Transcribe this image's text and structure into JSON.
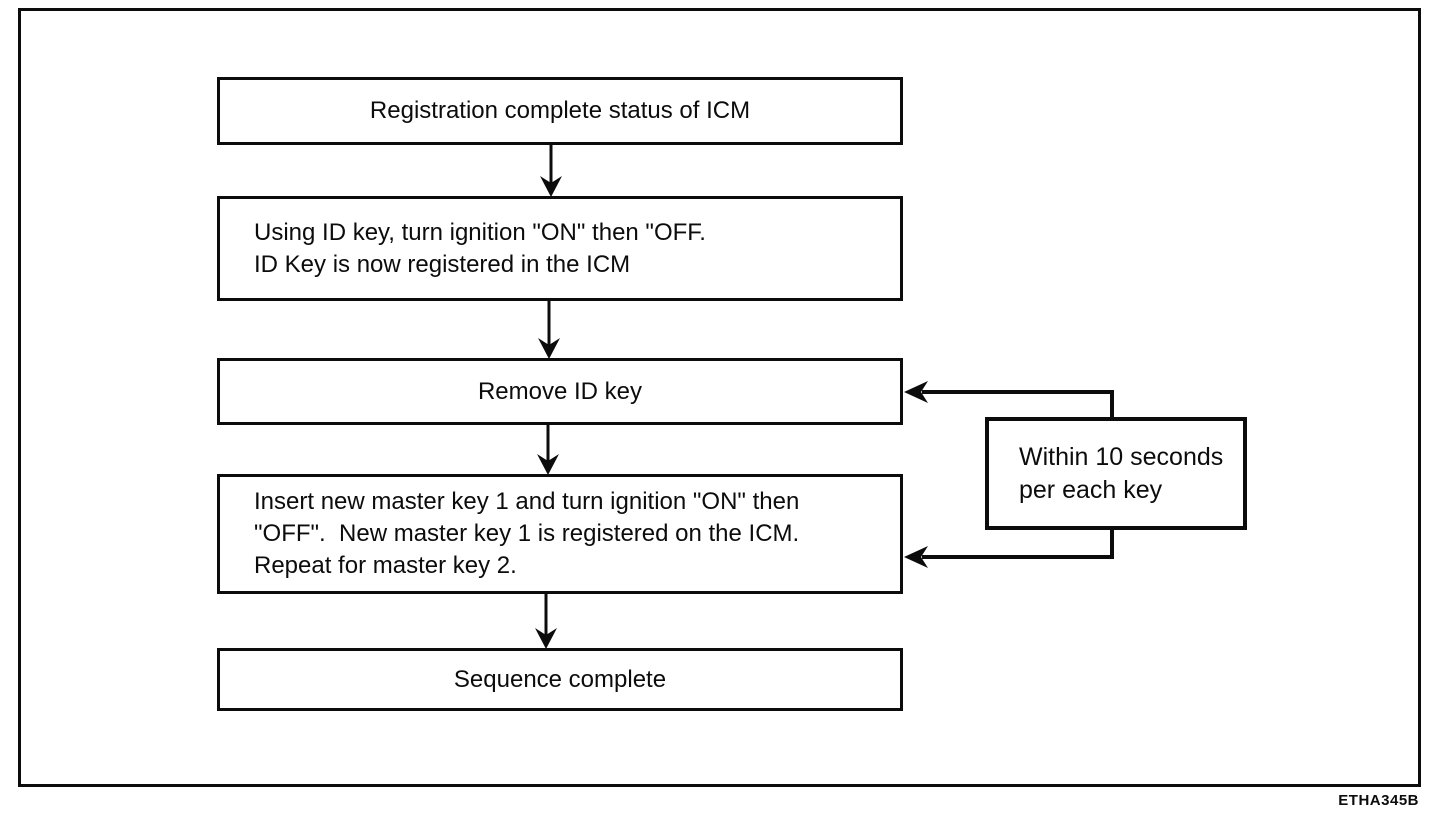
{
  "colors": {
    "ink": "#0c0c0c",
    "paper": "#ffffff"
  },
  "flow": {
    "box_registration": {
      "text": "Registration complete status of ICM"
    },
    "box_using_id_key": {
      "line1": "Using ID key, turn ignition \"ON\" then \"OFF.",
      "line2": "ID Key is now registered in the ICM"
    },
    "box_remove_id_key": {
      "text": "Remove ID key"
    },
    "box_insert_master": {
      "line1": "Insert new master key 1 and turn ignition \"ON\" then",
      "line2": "\"OFF\".  New master key 1 is registered on the ICM.",
      "line3": "Repeat for master key 2."
    },
    "box_sequence_complete": {
      "text": "Sequence complete"
    },
    "note_within_seconds": {
      "line1": "Within 10 seconds",
      "line2": "per each key"
    }
  },
  "figure_code": "ETHA345B"
}
